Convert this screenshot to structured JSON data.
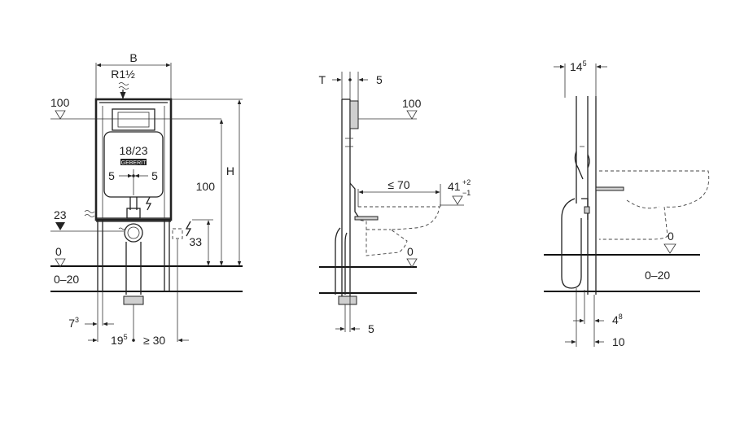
{
  "front": {
    "width_label": "B",
    "thread_label": "R1½",
    "level_100": "100",
    "level_23": "23",
    "level_0": "0",
    "floor_range": "0–20",
    "cistern_label": "18/23",
    "dim_5_left": "5",
    "dim_5_right": "5",
    "dim_100": "100",
    "dim_H": "H",
    "dim_33": "33",
    "dim_7_base": "7",
    "dim_7_sup": "3",
    "dim_19_base": "19",
    "dim_19_sup": "5",
    "dim_ge30": "≥ 30",
    "brand": "GEBERIT"
  },
  "side": {
    "T_label": "T",
    "dim_5_top": "5",
    "level_100": "100",
    "dim_le70": "≤ 70",
    "dim_41": "41",
    "tol_plus": "+2",
    "tol_minus": "−1",
    "level_0": "0",
    "dim_5_bottom": "5"
  },
  "side2": {
    "dim_14_base": "14",
    "dim_14_sup": "5",
    "level_0": "0",
    "floor_range": "0–20",
    "dim_4_base": "4",
    "dim_4_sup": "8",
    "dim_10": "10"
  }
}
